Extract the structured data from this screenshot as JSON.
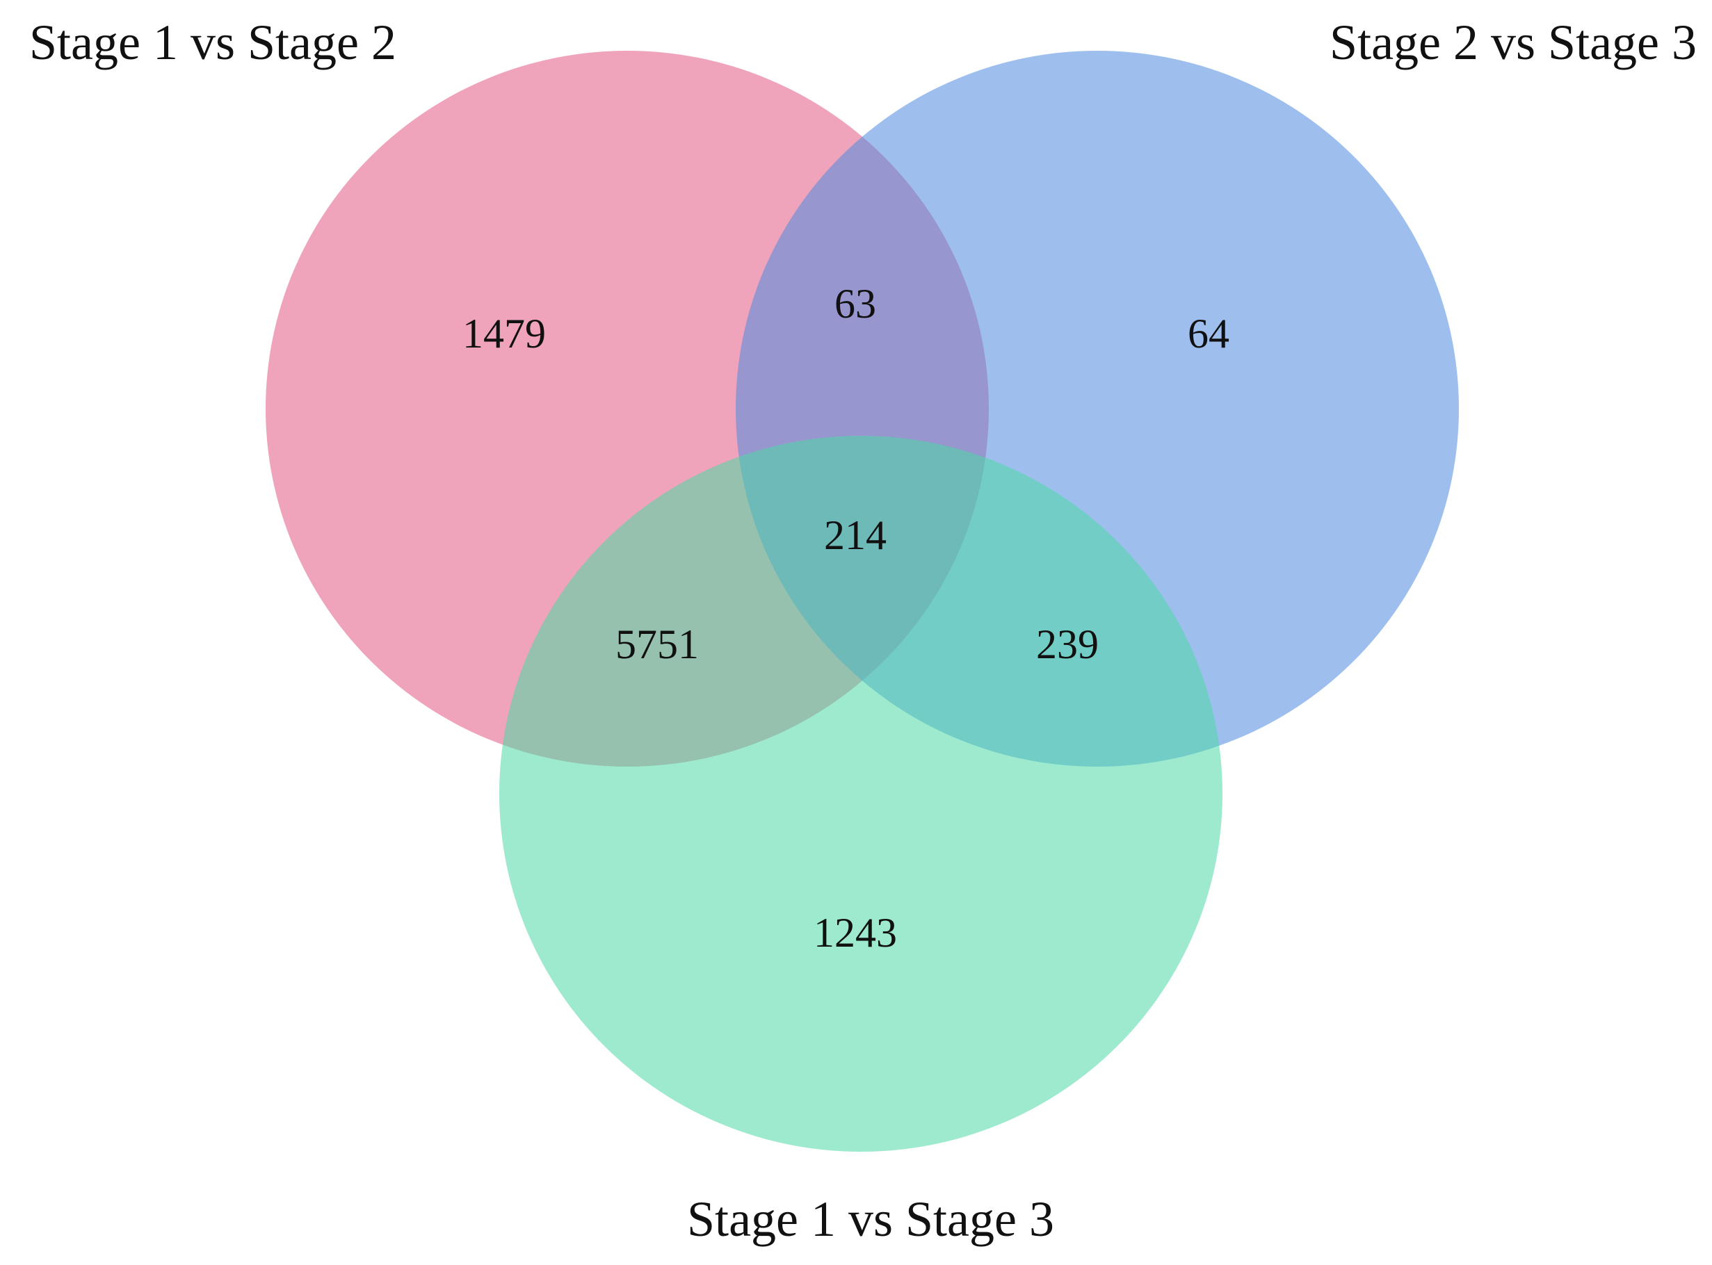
{
  "diagram": {
    "sets": [
      {
        "id": "a",
        "label": "Stage 1 vs Stage 2",
        "color": "#e45a84"
      },
      {
        "id": "b",
        "label": "Stage 2 vs Stage 3",
        "color": "#4f8ae0"
      },
      {
        "id": "c",
        "label": "Stage 1 vs Stage 3",
        "color": "#4dd9a6"
      }
    ],
    "fill_opacity": 0.55,
    "regions": {
      "a_only": "1479",
      "b_only": "64",
      "c_only": "1243",
      "ab": "63",
      "ac": "5751",
      "bc": "239",
      "abc": "214"
    }
  }
}
